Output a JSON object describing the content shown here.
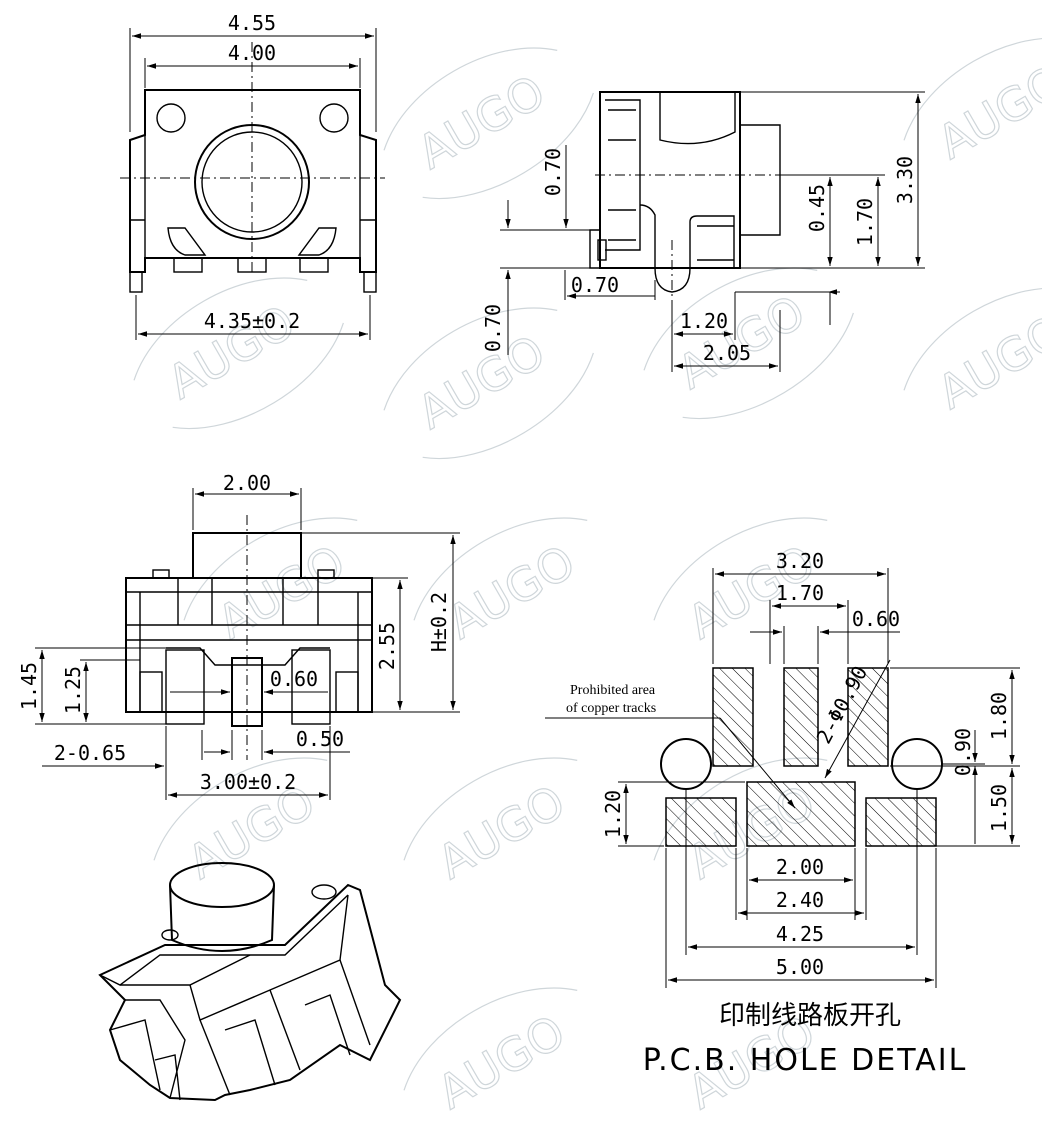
{
  "watermark": {
    "text": "AUGO",
    "color": "#cfd6da"
  },
  "top_view": {
    "dims": {
      "overall_width": "4.55",
      "inner_width": "4.00",
      "terminal_width": "4.35±0.2"
    }
  },
  "side_view": {
    "dims": {
      "height_top": "0.70",
      "plunger_offset": "0.45",
      "body_height": "1.70",
      "total_height": "3.30",
      "terminal_thickness": "0.70",
      "terminal_drop": "0.70",
      "terminal_width": "1.20",
      "base_depth": "2.05"
    }
  },
  "front_view": {
    "dims": {
      "plunger_width": "2.00",
      "body_height": "2.55",
      "total_height": "H±0.2",
      "leg_height_outer": "1.45",
      "leg_height_inner": "1.25",
      "slot_width": "0.60",
      "leg_pitch": "0.50",
      "leg_width": "2-0.65",
      "leg_span": "3.00±0.2"
    }
  },
  "pcb_detail": {
    "dims": {
      "outer_width": "3.20",
      "slot_spacing": "1.70",
      "slot_width": "0.60",
      "hole_diameter": "2-Φ0.90",
      "slot_height": "1.80",
      "hole_offset": "0.90",
      "pad_offset": "1.50",
      "pad_height": "1.20",
      "center_pad_width": "2.00",
      "center_pad_outer": "2.40",
      "hole_spacing": "4.25",
      "overall_width": "5.00"
    },
    "note_line1": "Prohibited area",
    "note_line2": "of copper tracks",
    "caption_zh": "印制线路板开孔",
    "caption_en": "P.C.B. HOLE DETAIL"
  }
}
